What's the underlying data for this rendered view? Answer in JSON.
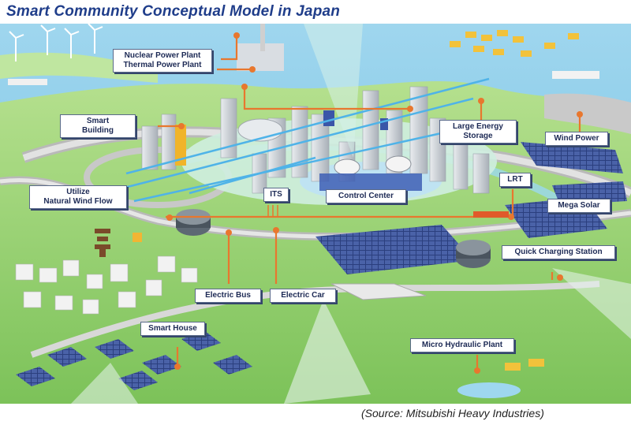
{
  "title": "Smart Community Conceptual  Model in Japan",
  "source": "(Source: Mitsubishi Heavy Industries)",
  "labels": {
    "nuclear": "Nuclear Power Plant",
    "thermal": "Thermal Power Plant",
    "smart_building_1": "Smart",
    "smart_building_2": "Building",
    "wind_1": "Utilize",
    "wind_2": "Natural Wind Flow",
    "storage_1": "Large Energy",
    "storage_2": "Storage",
    "wind_power": "Wind Power",
    "its": "ITS",
    "control_center": "Control Center",
    "lrt": "LRT",
    "mega_solar": "Mega Solar",
    "quick_charging": "Quick Charging Station",
    "electric_bus": "Electric Bus",
    "electric_car": "Electric Car",
    "smart_house": "Smart House",
    "micro_hydro": "Micro Hydraulic Plant"
  },
  "colors": {
    "title": "#1f3d8a",
    "grid_line": "#e8772e",
    "network_line": "#4fb3e8",
    "land": "#8fcf6a",
    "sea": "#7fc7e8"
  }
}
